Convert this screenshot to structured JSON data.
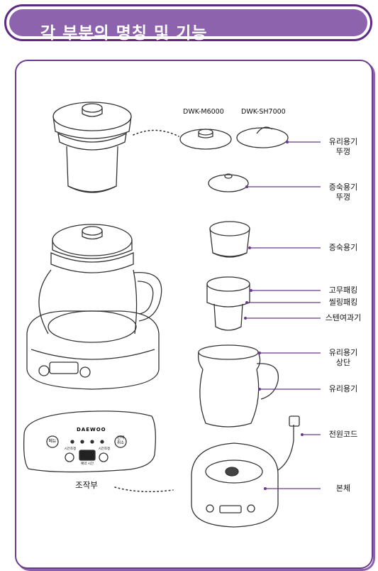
{
  "title": "각 부분의 명칭 및 기능",
  "models": [
    "DWK-M6000",
    "DWK-SH7000"
  ],
  "parts": [
    {
      "line1": "유리용기",
      "line2": "뚜껑"
    },
    {
      "line1": "증숙용기",
      "line2": "뚜껑"
    },
    {
      "line1": "증숙용기",
      "line2": ""
    },
    {
      "line1": "고무패킹",
      "line2": ""
    },
    {
      "line1": "씰링패킹",
      "line2": ""
    },
    {
      "line1": "스텐여과기",
      "line2": ""
    },
    {
      "line1": "유리용기",
      "line2": "상단"
    },
    {
      "line1": "유리용기",
      "line2": ""
    },
    {
      "line1": "전원코드",
      "line2": ""
    },
    {
      "line1": "본체",
      "line2": ""
    }
  ],
  "panel": {
    "caption": "조작부",
    "brand": "DAEWOO",
    "menu_button": "메뉴",
    "start_button_line1": "선택",
    "start_button_line2": "취소",
    "time_down": "시간조정",
    "time_up": "시간조정",
    "display_label": "예약 시간"
  },
  "colors": {
    "accent": "#8e63ad",
    "border": "#5d2a84"
  }
}
